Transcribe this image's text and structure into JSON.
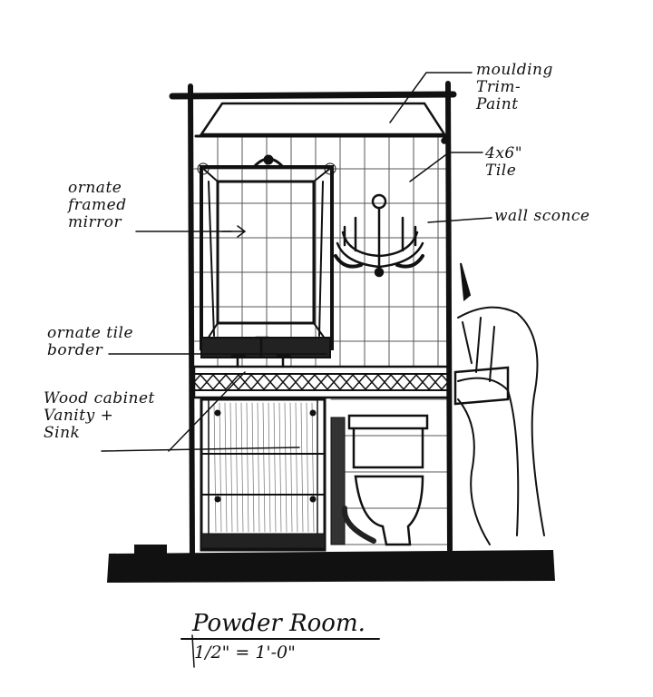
{
  "drawing": {
    "title": "Powder Room.",
    "scale": "1/2\" = 1'-0\"",
    "labels": {
      "moulding": "moulding\nTrim-\nPaint",
      "tile": "4x6\"\nTile",
      "sconce": "wall sconce",
      "mirror": "ornate\nframed\nmirror",
      "border": "ornate tile\nborder",
      "vanity": "Wood cabinet\nVanity +\nSink"
    },
    "ink_color": "#111111"
  }
}
